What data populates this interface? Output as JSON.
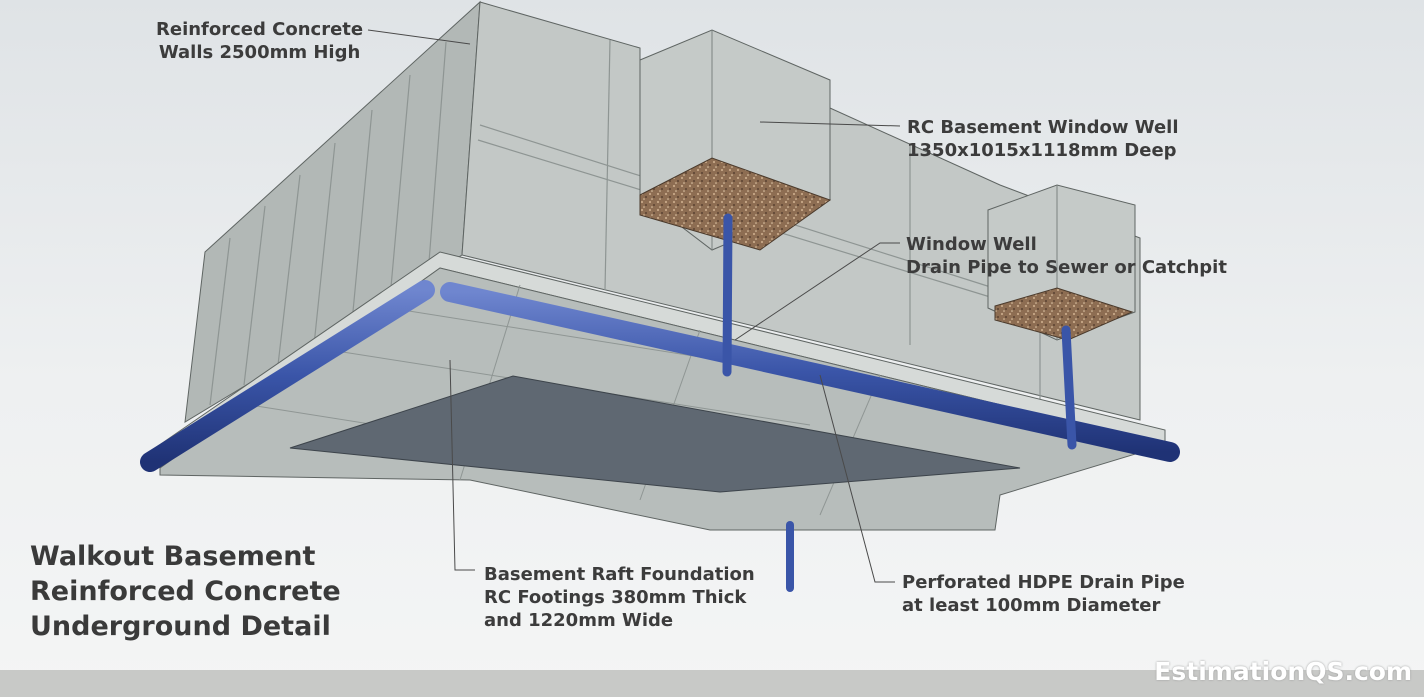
{
  "annotations": {
    "walls": [
      "Reinforced Concrete",
      "Walls 2500mm High"
    ],
    "window_well": [
      "RC Basement Window Well",
      "1350x1015x1118mm Deep"
    ],
    "well_drain": [
      "Window Well",
      "Drain Pipe to Sewer or Catchpit"
    ],
    "raft": [
      "Basement Raft Foundation",
      "RC Footings 380mm Thick",
      "and 1220mm Wide"
    ],
    "hdpe": [
      "Perforated HDPE Drain Pipe",
      "at least 100mm Diameter"
    ]
  },
  "title": [
    "Walkout Basement",
    "Reinforced Concrete",
    "Underground Detail"
  ],
  "watermark": "EstimationQS.com",
  "colors": {
    "concrete": "#b9bfbd",
    "concrete_dark": "#a5acaa",
    "gravel": "#8a6a4f",
    "pipe": "#3a55a8",
    "void": "#5d6670"
  }
}
